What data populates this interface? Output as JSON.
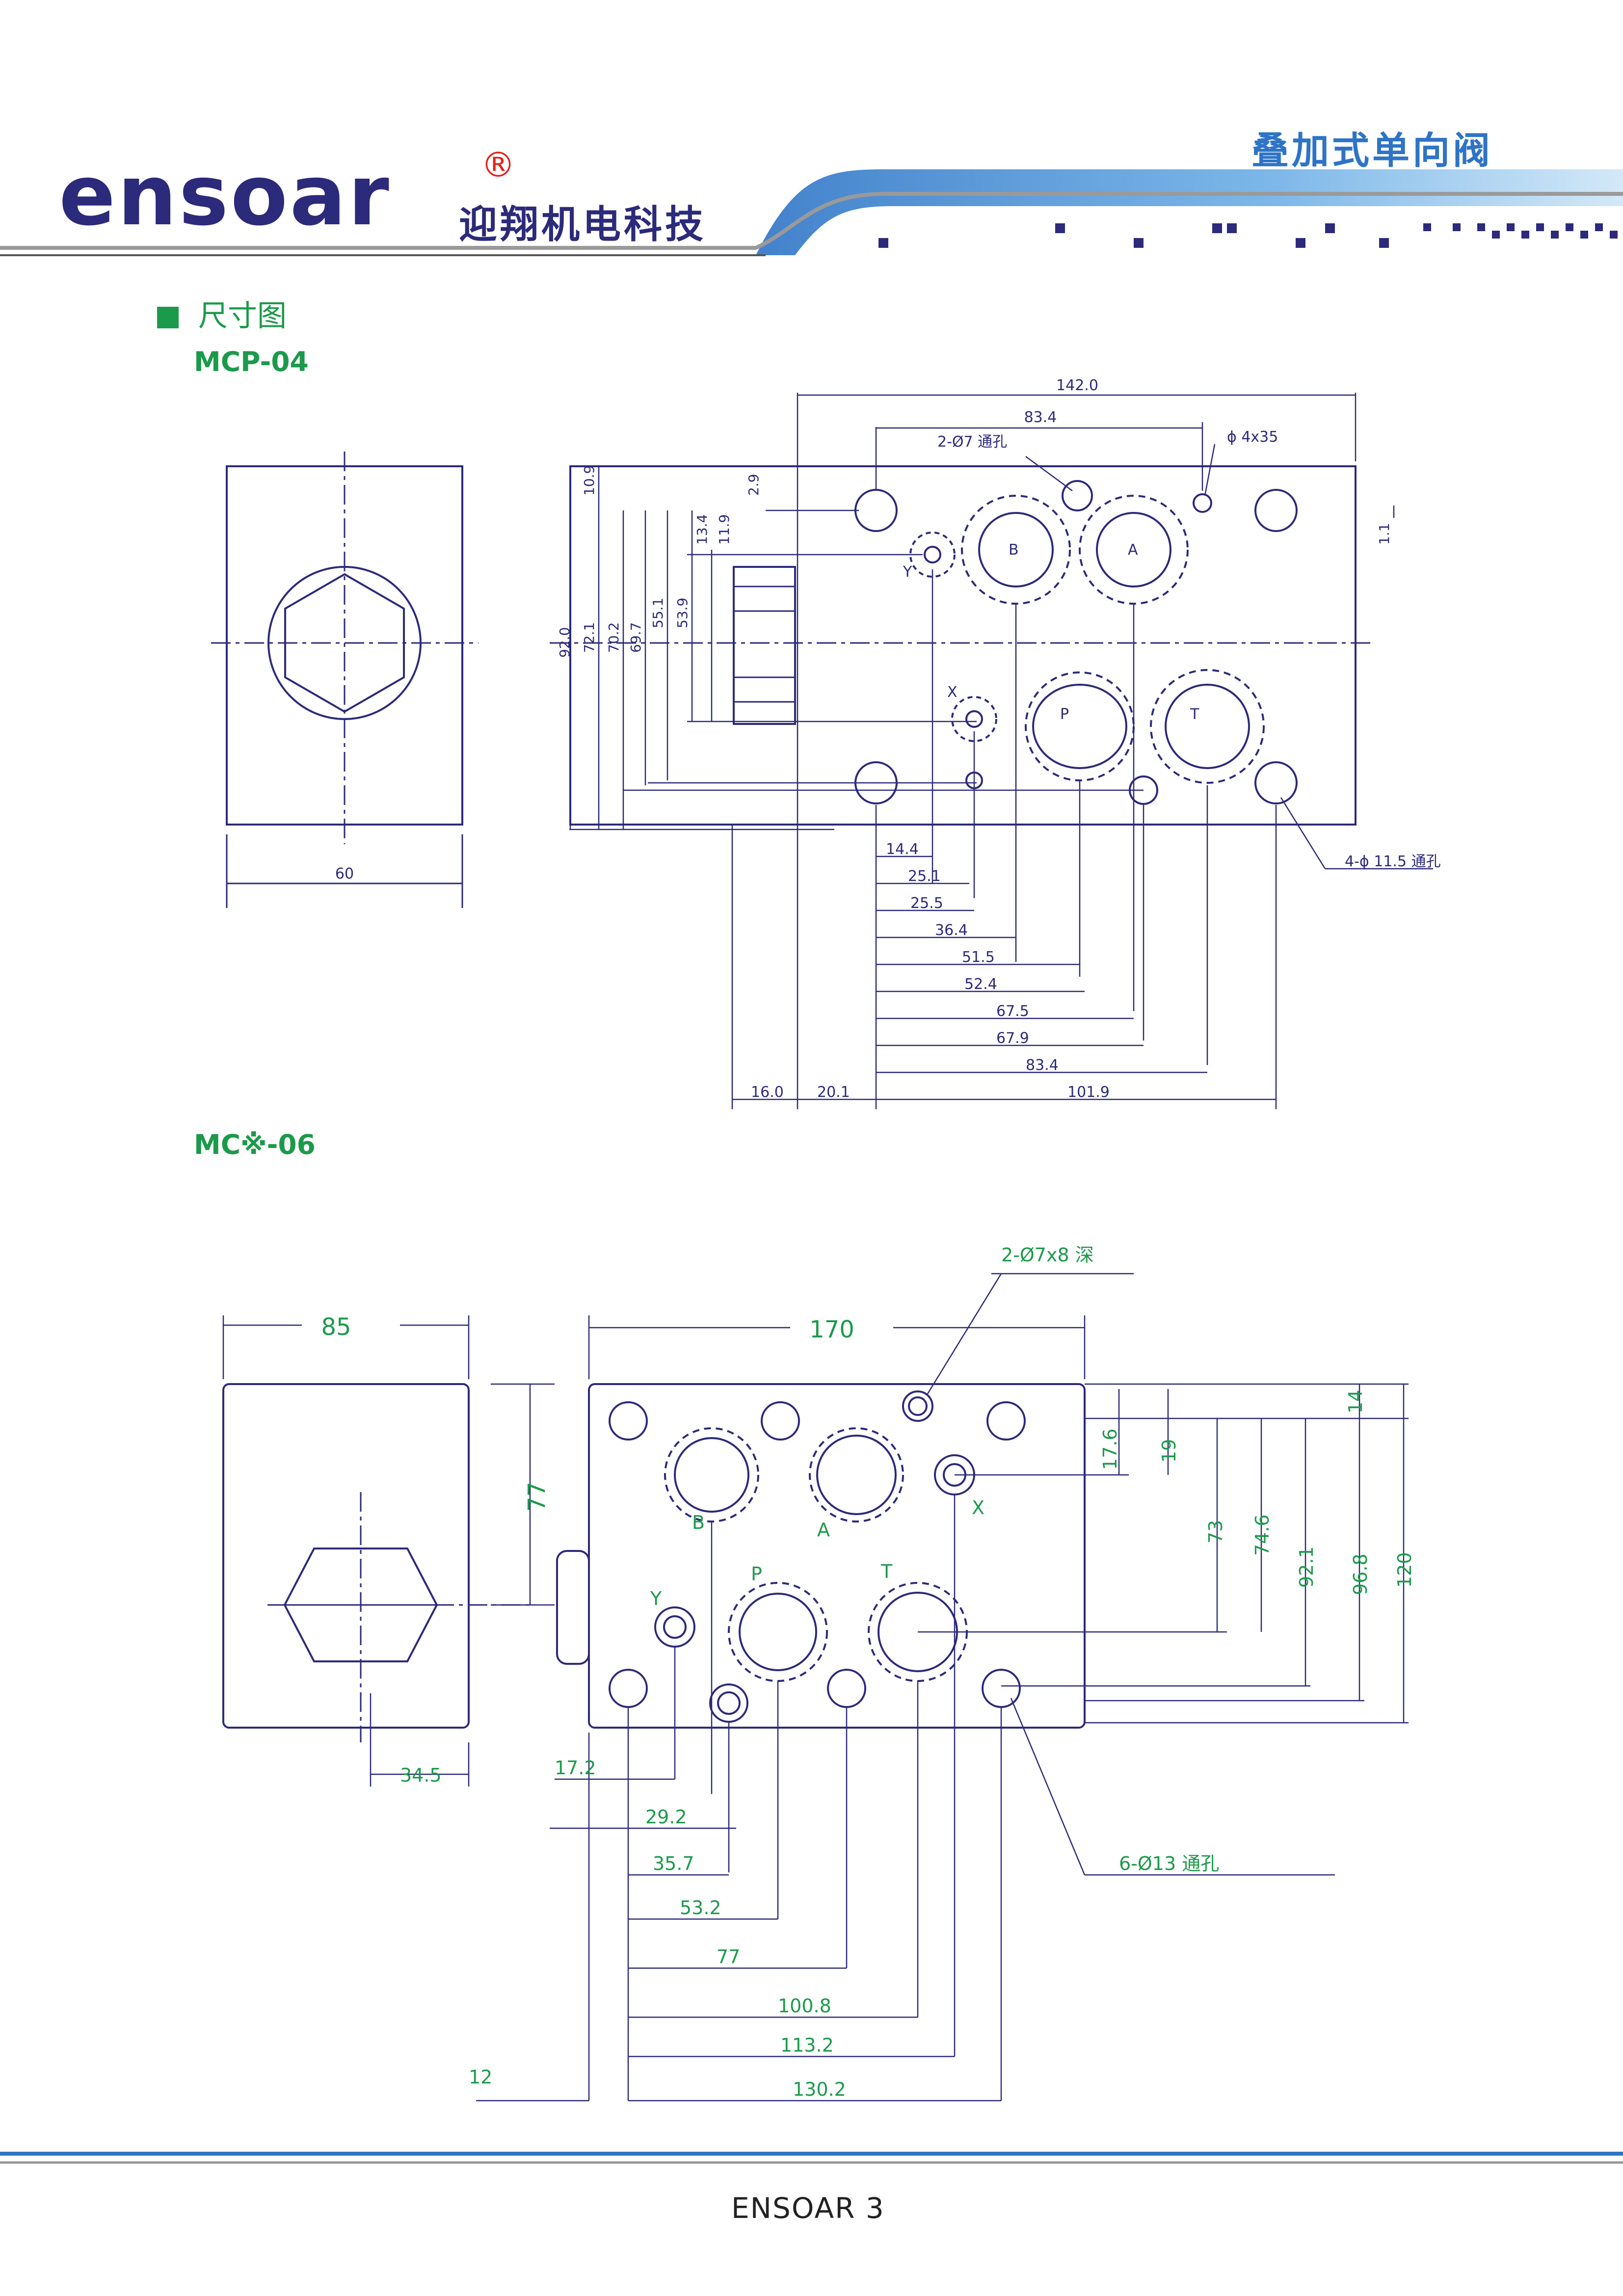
{
  "header": {
    "brand_name": "ensoar",
    "brand_registered": "®",
    "brand_cn": "迎翔机电科技",
    "product_title": "叠加式单向阀"
  },
  "section": {
    "title": "尺寸图"
  },
  "drawing1": {
    "model": "MCP-04",
    "side_width": "60",
    "top_dims": [
      "142.0",
      "83.4"
    ],
    "thru_note": "2-Ø7 通孔",
    "pin_note": "ϕ 4x35",
    "left_dims": [
      "10.9",
      "2.9",
      "13.4",
      "11.9",
      "92.0",
      "72.1",
      "70.2",
      "69.7",
      "55.1",
      "53.9"
    ],
    "right_dim": "1.1",
    "ports": [
      "Y",
      "B",
      "A",
      "X",
      "P",
      "T"
    ],
    "bottom_dims": [
      "14.4",
      "25.1",
      "25.5",
      "36.4",
      "51.5",
      "52.4",
      "67.5",
      "67.9",
      "83.4"
    ],
    "base_dims": [
      "16.0",
      "20.1",
      "101.9"
    ],
    "hole_note": "4-ϕ 11.5 通孔"
  },
  "drawing2": {
    "model": "MC※-06",
    "side_width": "85",
    "side_height": "77",
    "side_offset": "34.5",
    "top_width": "170",
    "depth_note": "2-Ø7x8 深",
    "ports": [
      "B",
      "A",
      "X",
      "Y",
      "P",
      "T"
    ],
    "right_dims": [
      "14",
      "17.6",
      "19",
      "73",
      "74.6",
      "92.1",
      "96.8",
      "120"
    ],
    "bottom_dims": [
      "17.2",
      "29.2",
      "35.7",
      "53.2",
      "77",
      "100.8",
      "113.2",
      "130.2"
    ],
    "base_dim": "12",
    "hole_note": "6-Ø13 通孔"
  },
  "footer": {
    "text": "ENSOAR  3"
  },
  "colors": {
    "line": "#2c2a7a",
    "dim_text": "#1c9a4b",
    "accent": "#2e74c6"
  }
}
